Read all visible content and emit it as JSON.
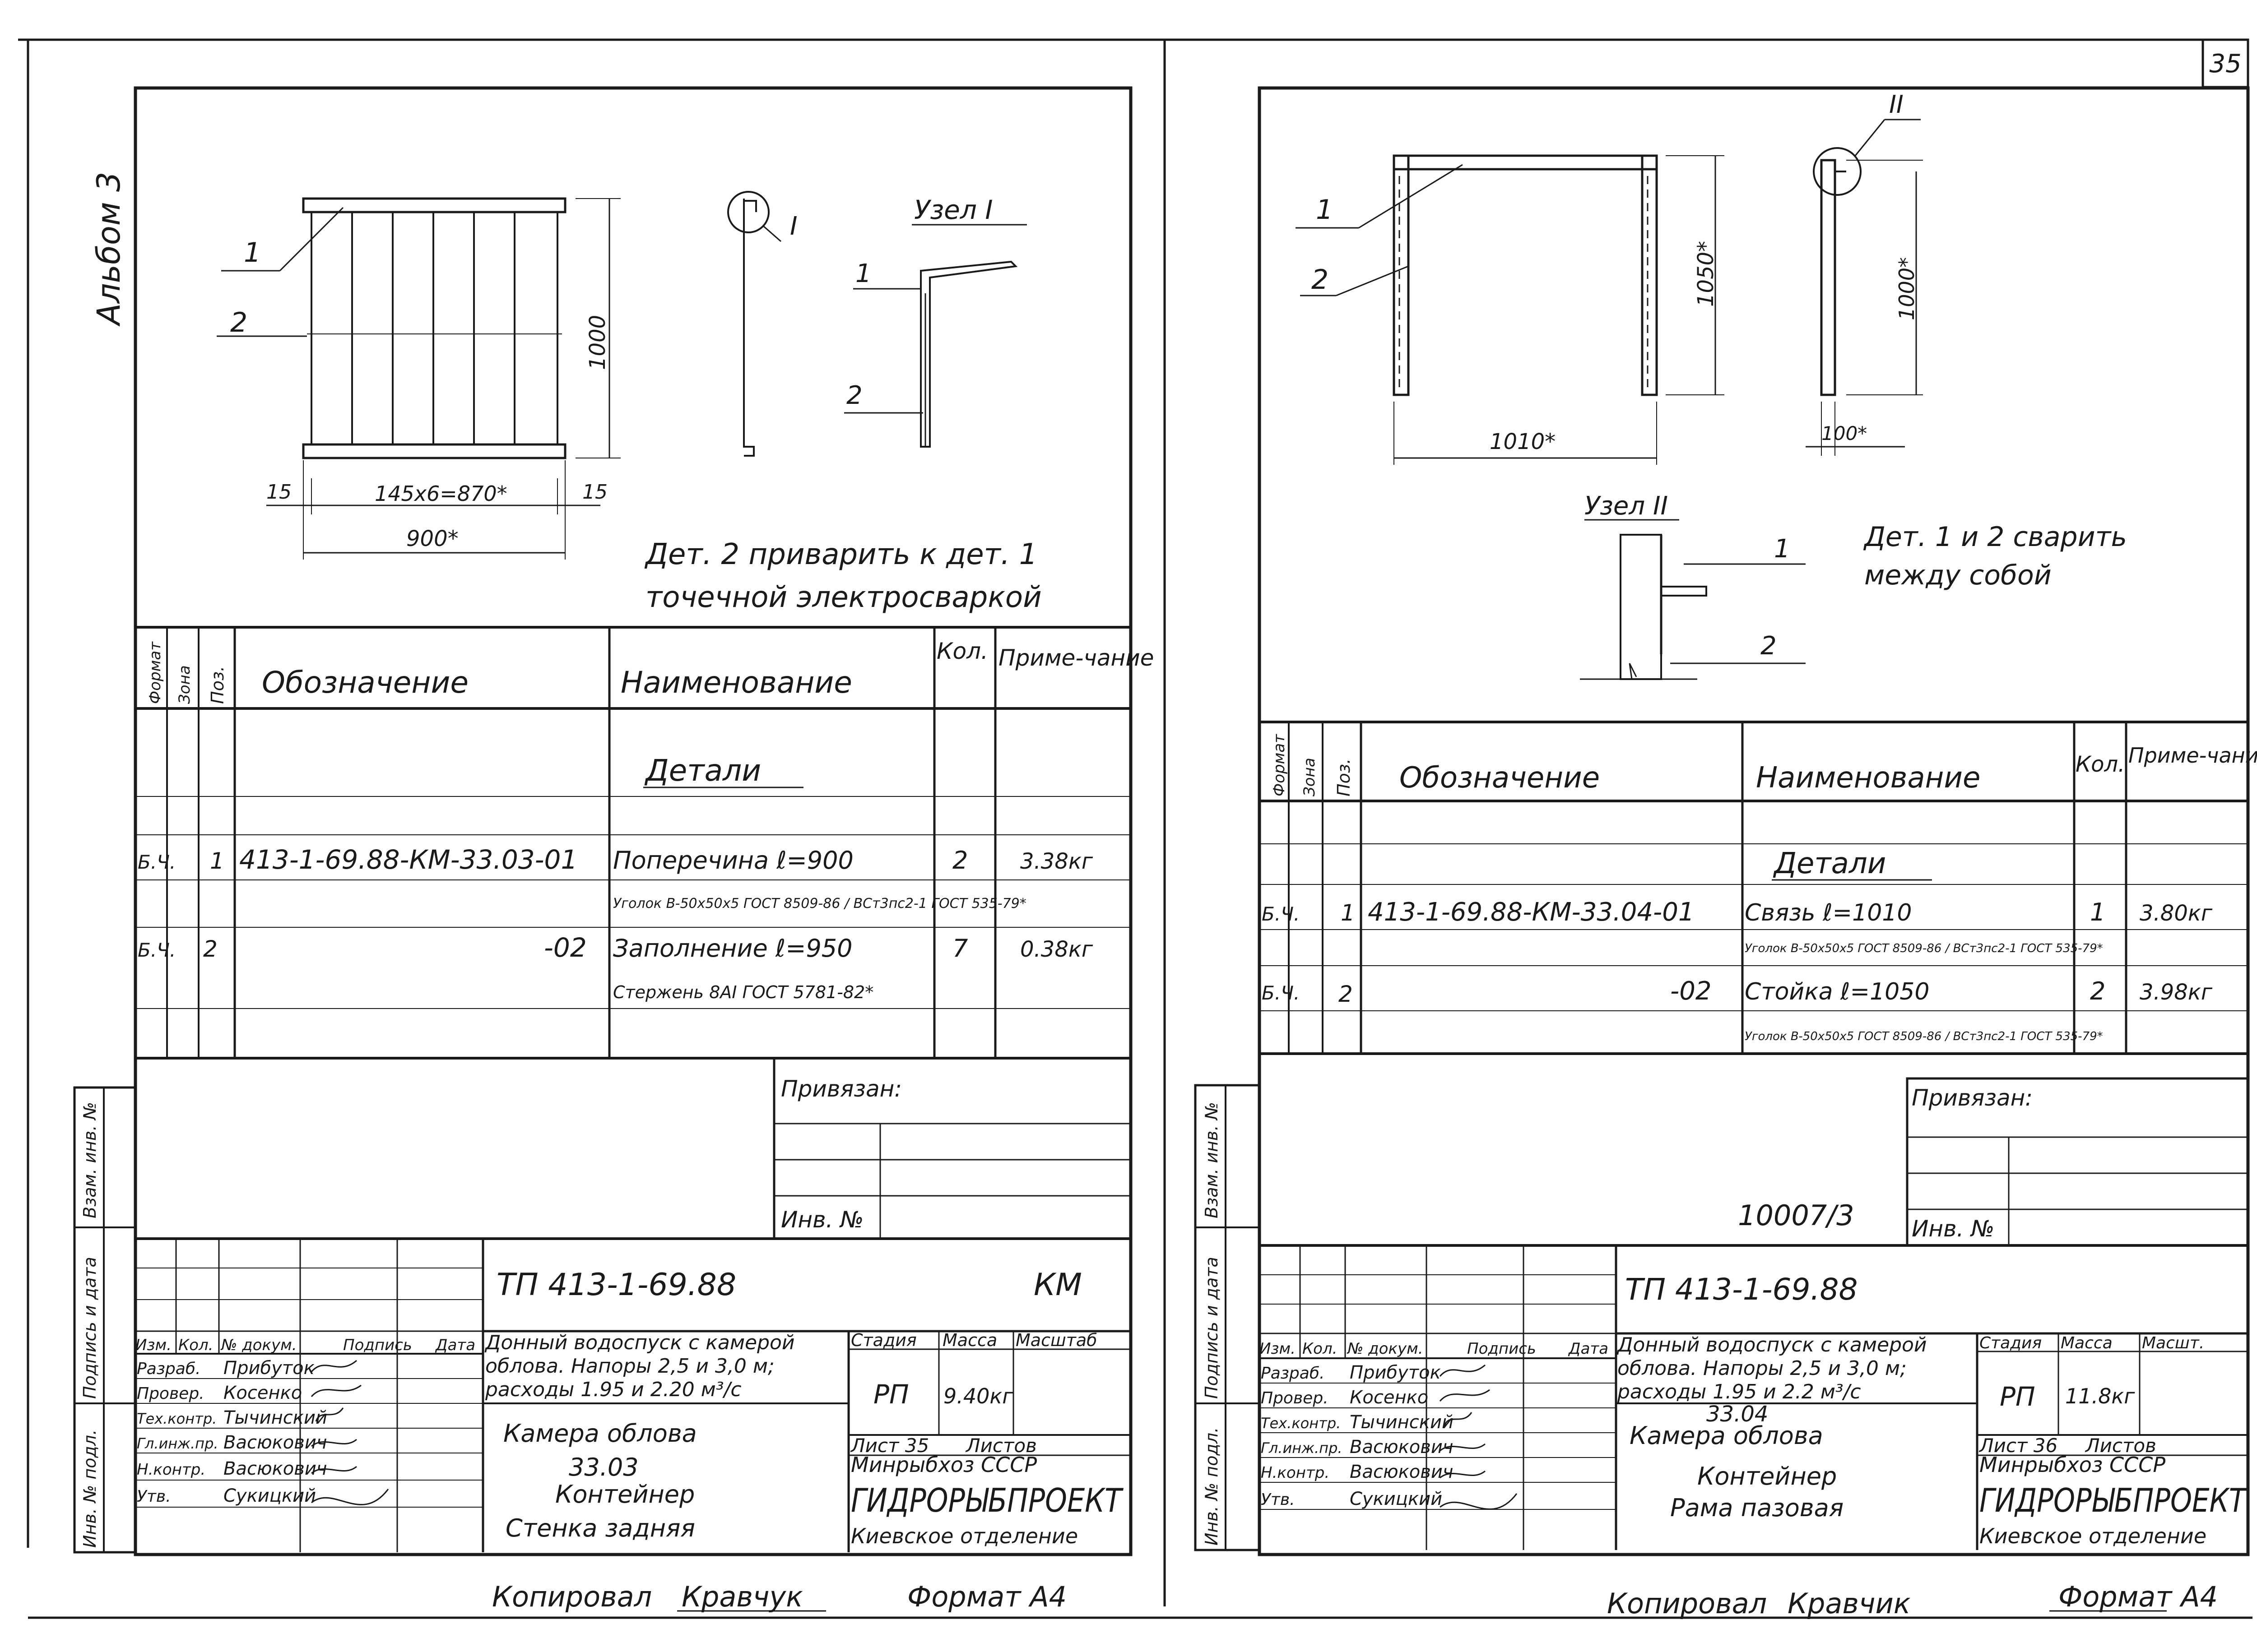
{
  "page_number": "35",
  "left_sheet": {
    "album": "Альбом 3",
    "drawing": {
      "pos1": "1",
      "pos2": "2",
      "dim_height": "1000",
      "dim_spacing": "145х6=870*",
      "dim_edge_left": "15",
      "dim_edge_right": "15",
      "dim_width": "900*"
    },
    "node": {
      "marker": "I",
      "title": "Узел I",
      "pos1": "1",
      "pos2": "2"
    },
    "note_line1": "Дет. 2 приварить к дет. 1",
    "note_line2": "точечной электросваркой",
    "spec_header": {
      "format": "Формат",
      "zone": "Зона",
      "pos": "Поз.",
      "designation": "Обозначение",
      "name": "Наименование",
      "qty": "Кол.",
      "note": "Приме-чание"
    },
    "section_title": "Детали",
    "rows": [
      {
        "format": "Б.Ч.",
        "pos": "1",
        "designation": "413-1-69.88-КМ-33.03-01",
        "name": "Поперечина  ℓ=900",
        "qty": "2",
        "note": "3.38кг"
      },
      {
        "format": "",
        "pos": "",
        "designation": "",
        "name": "Уголок B-50х50х5 ГОСТ 8509-86 / ВСт3пс2-1 ГОСТ 535-79*",
        "qty": "",
        "note": ""
      },
      {
        "format": "Б.Ч.",
        "pos": "2",
        "designation": "-02",
        "name": "Заполнение  ℓ=950",
        "qty": "7",
        "note": "0.38кг"
      },
      {
        "format": "",
        "pos": "",
        "designation": "",
        "name": "Стержень 8AI ГОСТ 5781-82*",
        "qty": "",
        "note": ""
      }
    ],
    "privyazan": "Привязан:",
    "inv_no": "Инв. №",
    "side_labels": [
      "Взам. инв. №",
      "Подпись и дата",
      "Инв. № подл."
    ],
    "stamp": {
      "doc_code": "ТП 413-1-69.88",
      "mark": "КМ",
      "col_headers": [
        "Изм.",
        "Кол.",
        "№ докум.",
        "Подпись",
        "Дата"
      ],
      "people": [
        {
          "role": "Разраб.",
          "name": "Прибуток"
        },
        {
          "role": "Провер.",
          "name": "Косенко"
        },
        {
          "role": "Тех.контр.",
          "name": "Тычинский"
        },
        {
          "role": "Гл.инж.пр.",
          "name": "Васюкович"
        },
        {
          "role": "Н.контр.",
          "name": "Васюкович"
        },
        {
          "role": "Утв.",
          "name": "Сукицкий"
        }
      ],
      "object_line1": "Донный водоспуск с камерой",
      "object_line2": "облова. Напоры 2,5 и 3,0 м;",
      "object_line3": "расходы 1.95 и 2.20 м³/с",
      "title_line1": "Камера облова",
      "title_line2": "33.03",
      "title_line3": "Контейнер",
      "title_line4": "Стенка задняя",
      "stage_header": "Стадия",
      "mass_header": "Масса",
      "scale_header": "Масштаб",
      "stage": "РП",
      "mass": "9.40кг",
      "sheet": "Лист 35",
      "sheets": "Листов",
      "org1": "Минрыбхоз СССР",
      "org2": "ГИДРОРЫБПРОЕКТ",
      "org3": "Киевское отделение"
    },
    "copied": "Копировал",
    "copier": "Кравчук",
    "format": "Формат А4"
  },
  "right_sheet": {
    "drawing": {
      "pos1": "1",
      "pos2": "2",
      "dim_height": "1050*",
      "dim_width": "1010*",
      "side_height": "1000*",
      "side_width": "100*",
      "marker": "II"
    },
    "node": {
      "title": "Узел II",
      "pos1": "1",
      "pos2": "2"
    },
    "note_line1": "Дет. 1 и 2 сварить",
    "note_line2": "между собой",
    "spec_header": {
      "format": "Формат",
      "zone": "Зона",
      "pos": "Поз.",
      "designation": "Обозначение",
      "name": "Наименование",
      "qty": "Кол.",
      "note": "Приме-чания"
    },
    "section_title": "Детали",
    "rows": [
      {
        "format": "Б.Ч.",
        "pos": "1",
        "designation": "413-1-69.88-КМ-33.04-01",
        "name": "Связь  ℓ=1010",
        "qty": "1",
        "note": "3.80кг"
      },
      {
        "format": "",
        "pos": "",
        "designation": "",
        "name": "Уголок B-50х50х5 ГОСТ 8509-86 / ВСт3пс2-1 ГОСТ 535-79*",
        "qty": "",
        "note": ""
      },
      {
        "format": "Б.Ч.",
        "pos": "2",
        "designation": "-02",
        "name": "Стойка  ℓ=1050",
        "qty": "2",
        "note": "3.98кг"
      },
      {
        "format": "",
        "pos": "",
        "designation": "",
        "name": "Уголок B-50х50х5 ГОСТ 8509-86 / ВСт3пс2-1 ГОСТ 535-79*",
        "qty": "",
        "note": ""
      }
    ],
    "privyazan": "Привязан:",
    "inv_no": "Инв. №",
    "archive_no": "10007/3",
    "side_labels": [
      "Взам. инв. №",
      "Подпись и дата",
      "Инв. № подл."
    ],
    "stamp": {
      "doc_code": "ТП 413-1-69.88",
      "col_headers": [
        "Изм.",
        "Кол.",
        "№ докум.",
        "Подпись",
        "Дата"
      ],
      "people": [
        {
          "role": "Разраб.",
          "name": "Прибуток"
        },
        {
          "role": "Провер.",
          "name": "Косенко"
        },
        {
          "role": "Тех.контр.",
          "name": "Тычинский"
        },
        {
          "role": "Гл.инж.пр.",
          "name": "Васюкович"
        },
        {
          "role": "Н.контр.",
          "name": "Васюкович"
        },
        {
          "role": "Утв.",
          "name": "Сукицкий"
        }
      ],
      "object_line1": "Донный водоспуск с камерой",
      "object_line2": "облова. Напоры 2,5 и 3,0 м;",
      "object_line3": "расходы 1.95 и 2.2 м³/с",
      "title_line1": "33.04",
      "title_line2": "Камера облова",
      "title_line3": "Контейнер",
      "title_line4": "Рама пазовая",
      "stage_header": "Стадия",
      "mass_header": "Масса",
      "scale_header": "Масшт.",
      "stage": "РП",
      "mass": "11.8кг",
      "sheet": "Лист 36",
      "sheets": "Листов",
      "org1": "Минрыбхоз СССР",
      "org2": "ГИДРОРЫБПРОЕКТ",
      "org3": "Киевское отделение"
    },
    "copied": "Копировал",
    "copier": "Кравчик",
    "format": "Формат А4"
  }
}
